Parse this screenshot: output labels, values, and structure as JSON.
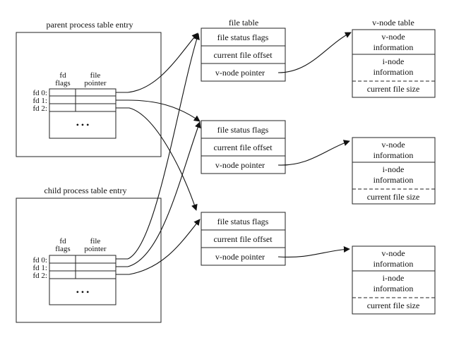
{
  "parent": {
    "title": "parent process table entry",
    "col_flags": [
      "fd",
      "flags"
    ],
    "col_pointer": [
      "file",
      "pointer"
    ],
    "fds": [
      "fd 0:",
      "fd 1:",
      "fd 2:"
    ],
    "ellipsis": "• • •"
  },
  "child": {
    "title": "child process table entry",
    "col_flags": [
      "fd",
      "flags"
    ],
    "col_pointer": [
      "file",
      "pointer"
    ],
    "fds": [
      "fd 0:",
      "fd 1:",
      "fd 2:"
    ],
    "ellipsis": "• • •"
  },
  "file_table": {
    "title": "file table",
    "entries": [
      {
        "rows": [
          "file status flags",
          "current file offset",
          "v-node pointer"
        ]
      },
      {
        "rows": [
          "file status flags",
          "current file offset",
          "v-node pointer"
        ]
      },
      {
        "rows": [
          "file status flags",
          "current file offset",
          "v-node pointer"
        ]
      }
    ]
  },
  "vnode_table": {
    "title": "v-node table",
    "entries": [
      {
        "vnode": [
          "v-node",
          "information"
        ],
        "inode": [
          "i-node",
          "information"
        ],
        "size": "current file size"
      },
      {
        "vnode": [
          "v-node",
          "information"
        ],
        "inode": [
          "i-node",
          "information"
        ],
        "size": "current file size"
      },
      {
        "vnode": [
          "v-node",
          "information"
        ],
        "inode": [
          "i-node",
          "information"
        ],
        "size": "current file size"
      }
    ]
  }
}
